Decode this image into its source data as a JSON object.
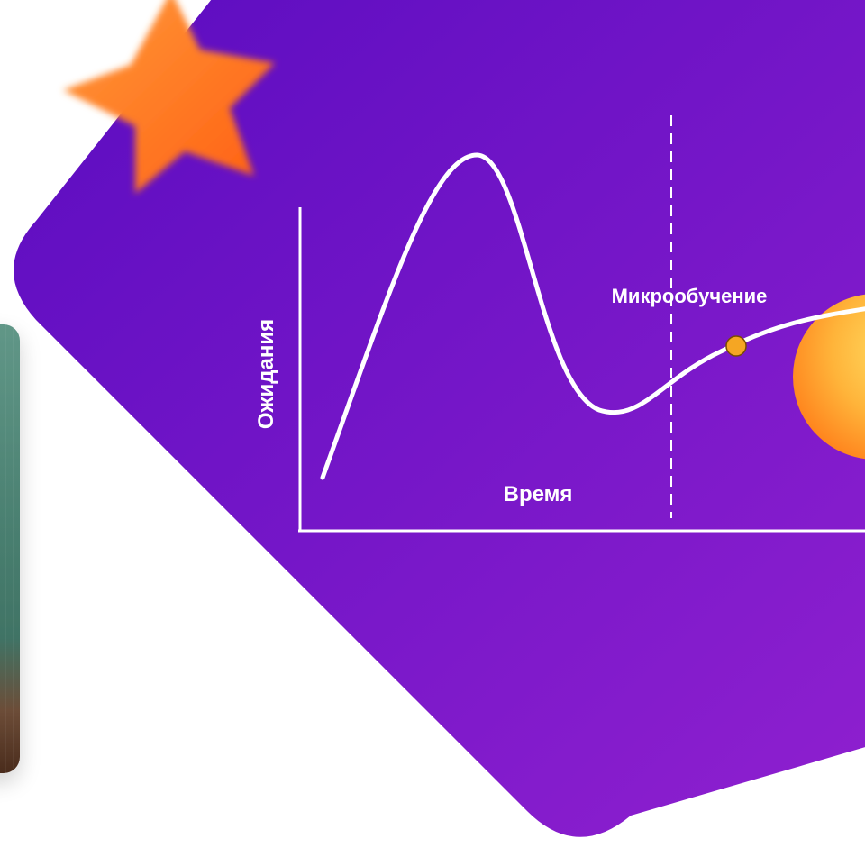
{
  "diagram": {
    "y_axis_label": "Ожидания",
    "x_axis_label": "Время",
    "marker_label": "Микрообучение",
    "colors": {
      "background_gradient_start": "#5a0cc0",
      "background_gradient_end": "#8f1ed2",
      "curve": "#ffffff",
      "marker_dot": "#f5a623",
      "star": "#ff7a1a",
      "orb_light": "#ffd34d",
      "orb_dark": "#ff8a1c"
    }
  },
  "decorations": {
    "icons": [
      "star-icon",
      "orb-icon",
      "blackboard-photo"
    ]
  }
}
